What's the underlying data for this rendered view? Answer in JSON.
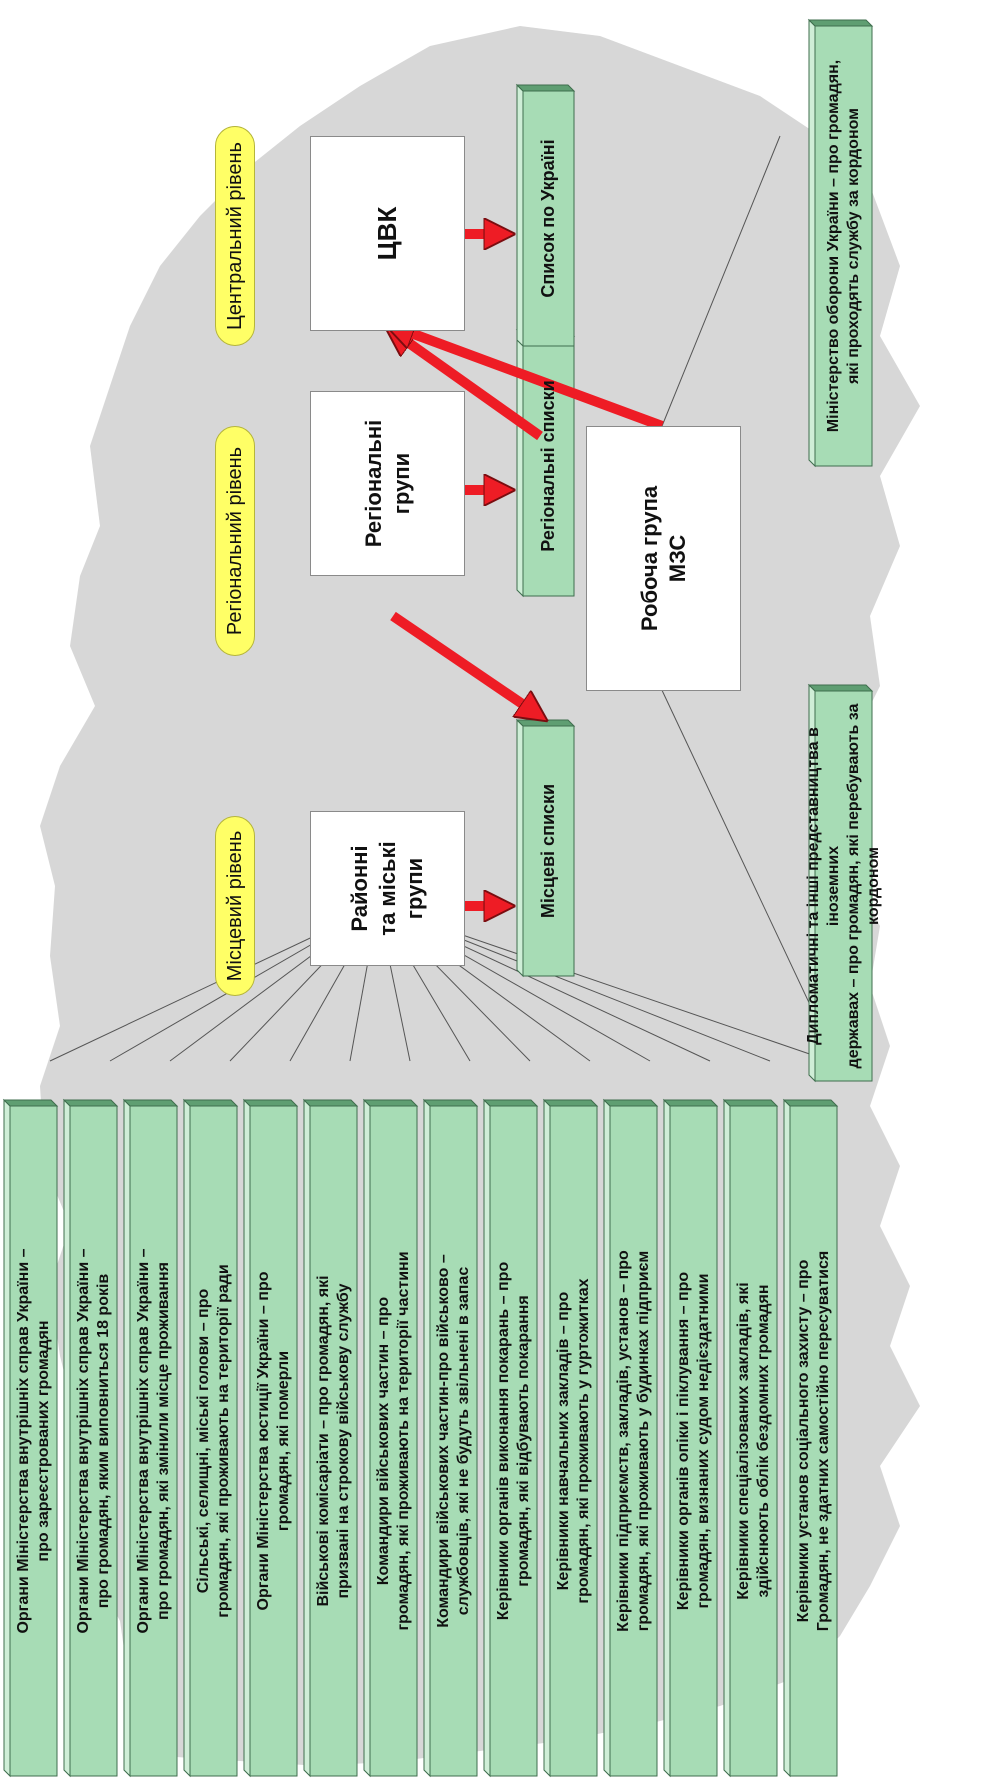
{
  "levels": {
    "local": "Місцевий рівень",
    "regional": "Регіональний рівень",
    "central": "Центральний рівень"
  },
  "nodes": {
    "district_groups": "Районні\nта міські\nгрупи",
    "regional_groups": "Регіональні\nгрупи",
    "cvk": "ЦВК",
    "mfa_group": "Робоча група\nМЗС"
  },
  "lists": {
    "local": "Місцеві списки",
    "regional": "Регіональні списки",
    "ukraine": "Список по Україні"
  },
  "sources": [
    "Органи Міністерства внутрішніх справ України –\nпро зареєстрованих громадян",
    "Органи Міністерства внутрішніх справ України –\nпро громадян, яким виповниться 18 років",
    "Органи Міністерства внутрішніх справ України –\nпро громадян, які змінили місце проживання",
    "Сільські, селищні, міські голови – про\nгромадян, які проживають на території ради",
    "Органи Міністерства юстиції України – про\nгромадян, які померли",
    "Військові комісаріати – про громадян, які\nпризвані на строкову військову службу",
    "Командири військових частин – про\nгромадян, які проживають на території частини",
    "Командири військових частин-про військово –\nслужбовців, які не будуть звільнені в запас",
    "Керівники органів виконання покарань – про\nгромадян, які відбувають покарання",
    "Керівники навчальних закладів – про\nгромадян, які проживають у гуртожитках",
    "Керівники підприємств, закладів, установ – про\nгромадян, які проживають у будинках підприєм",
    "Керівники органів опіки і піклування – про\nгромадян, визнаних судом недієздатними",
    "Керівники спеціалізованих закладів, які\nздійснюють облік бездомних громадян",
    "Керівники установ соціального захисту – про\nГромадян, не здатних самостійно пересуватися"
  ],
  "foreign": {
    "diplomatic": "Дипломатичні та інші представництва в іноземних\nдержавах – про громадян, які перебувають за кордоном",
    "defense": "Міністерство оборони України – про громадян,\nякі проходять службу за кордоном"
  },
  "colors": {
    "green_face": "#a7dcb5",
    "green_top": "#cfeed7",
    "green_side": "#5f9e72",
    "map": "#d7d7d7",
    "arrow": "#ee1c25",
    "pill": "#ffff66"
  }
}
